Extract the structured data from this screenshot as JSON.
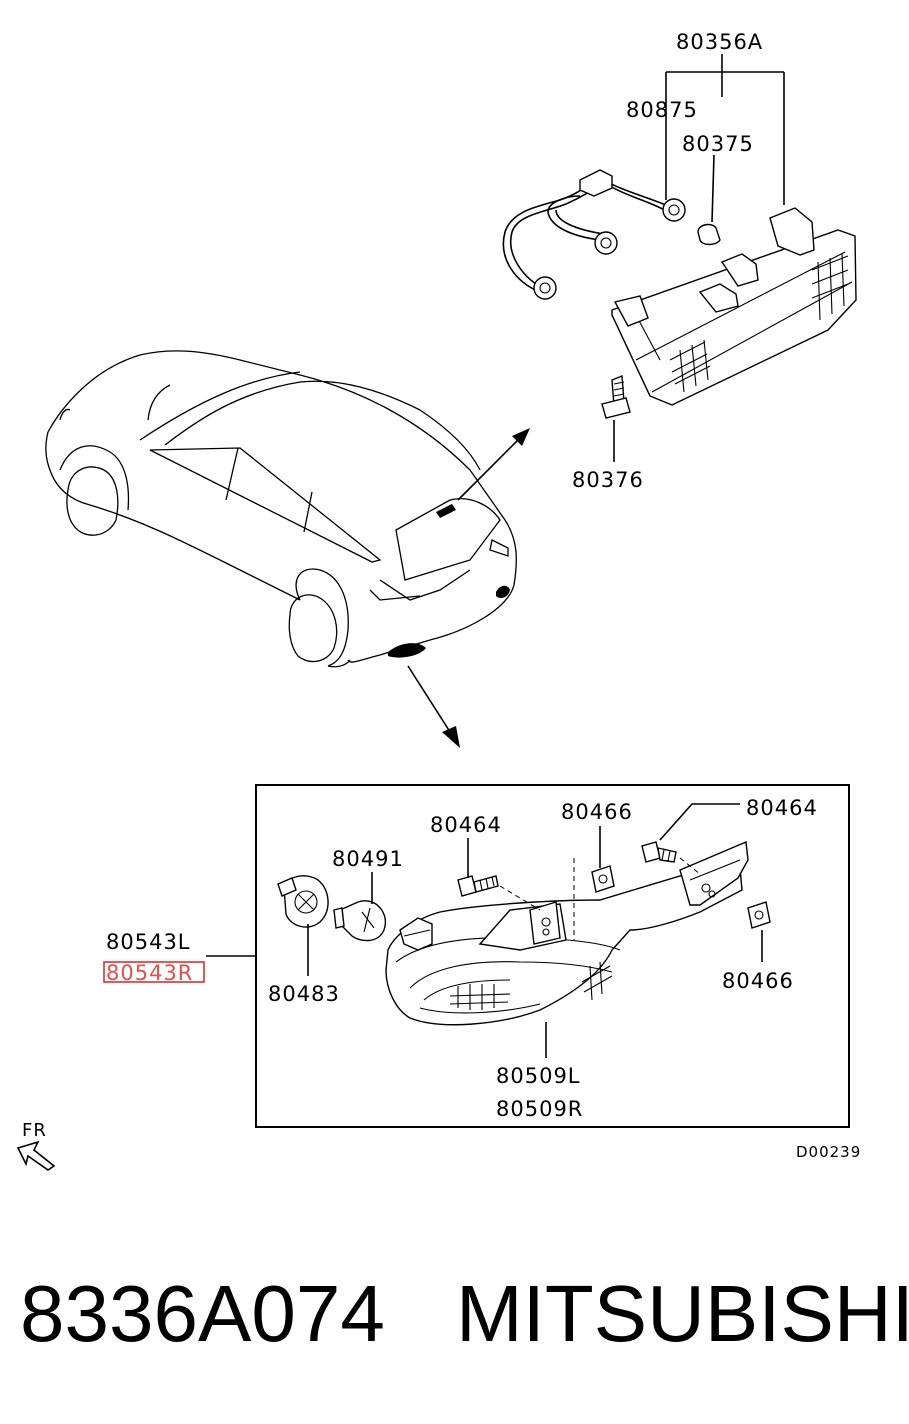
{
  "labels": {
    "l_80356A": "80356A",
    "l_80875": "80875",
    "l_80375": "80375",
    "l_80376": "80376",
    "l_80464_a": "80464",
    "l_80466_a": "80466",
    "l_80464_b": "80464",
    "l_80491": "80491",
    "l_80543L": "80543L",
    "l_80543R": "80543R",
    "l_80483": "80483",
    "l_80466_b": "80466",
    "l_80509L": "80509L",
    "l_80509R": "80509R",
    "fr": "FR",
    "code": "D00239"
  },
  "footer": {
    "part_number": "8336A074",
    "brand": "MITSUBISHI"
  },
  "colors": {
    "line": "#000000",
    "background": "#ffffff",
    "highlight": "#e03030"
  }
}
